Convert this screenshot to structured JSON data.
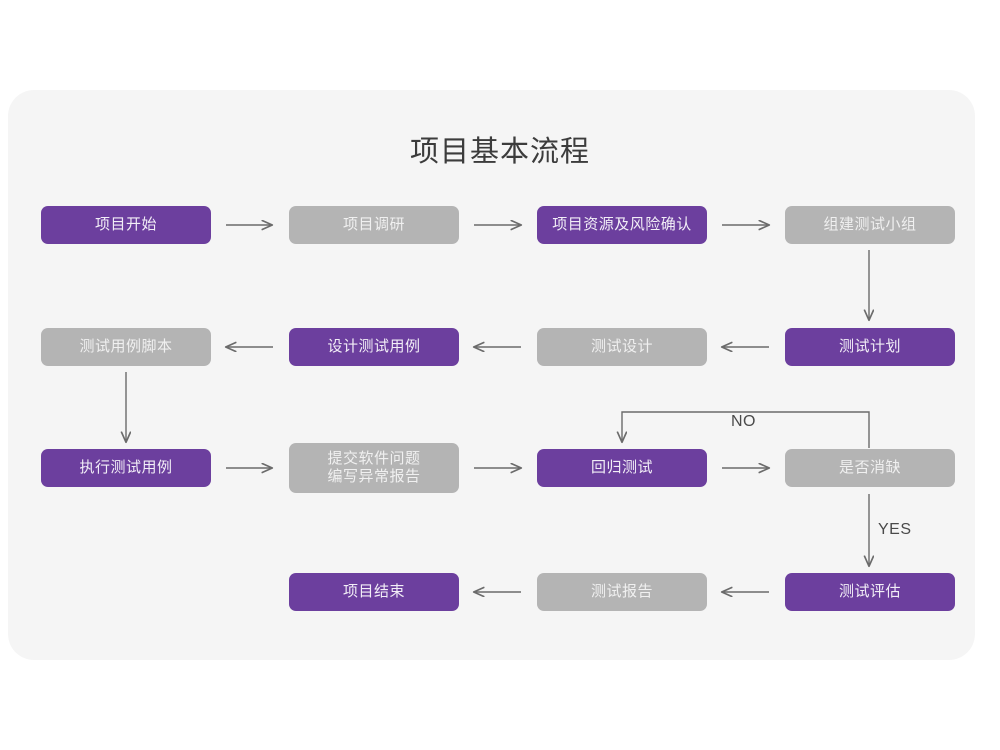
{
  "page": {
    "background": "#ffffff",
    "card_background": "#f5f5f5"
  },
  "diagram": {
    "title": "项目基本流程",
    "colors": {
      "active": "#6c3f9e",
      "inactive": "#b4b4b4",
      "active_text": "#f2eef7",
      "inactive_text": "#f0f0f0",
      "arrow": "#6b6b6b",
      "title_text": "#3c3c3c"
    },
    "rows": [
      {
        "id": "row-1",
        "direction": "left-to-right",
        "nodes": [
          {
            "id": "n1",
            "label": "项目开始",
            "state": "active"
          },
          {
            "id": "n2",
            "label": "项目调研",
            "state": "inactive"
          },
          {
            "id": "n3",
            "label": "项目资源及风险确认",
            "state": "active"
          },
          {
            "id": "n4",
            "label": "组建测试小组",
            "state": "inactive"
          }
        ]
      },
      {
        "id": "row-2",
        "direction": "right-to-left",
        "nodes": [
          {
            "id": "n8",
            "label": "测试用例脚本",
            "state": "inactive"
          },
          {
            "id": "n7",
            "label": "设计测试用例",
            "state": "active"
          },
          {
            "id": "n6",
            "label": "测试设计",
            "state": "inactive"
          },
          {
            "id": "n5",
            "label": "测试计划",
            "state": "active"
          }
        ]
      },
      {
        "id": "row-3",
        "direction": "left-to-right",
        "nodes": [
          {
            "id": "n9",
            "label": "执行测试用例",
            "state": "active"
          },
          {
            "id": "n10",
            "label": "提交软件问题\n编写异常报告",
            "state": "inactive"
          },
          {
            "id": "n11",
            "label": "回归测试",
            "state": "active"
          },
          {
            "id": "n12",
            "label": "是否消缺",
            "state": "inactive"
          }
        ]
      },
      {
        "id": "row-4",
        "direction": "right-to-left",
        "nodes": [
          {
            "id": "n15",
            "label": "项目结束",
            "state": "active"
          },
          {
            "id": "n14",
            "label": "测试报告",
            "state": "inactive"
          },
          {
            "id": "n13",
            "label": "测试评估",
            "state": "active"
          }
        ]
      }
    ],
    "edge_labels": [
      {
        "id": "no-label",
        "text": "NO"
      },
      {
        "id": "yes-label",
        "text": "YES"
      }
    ]
  }
}
